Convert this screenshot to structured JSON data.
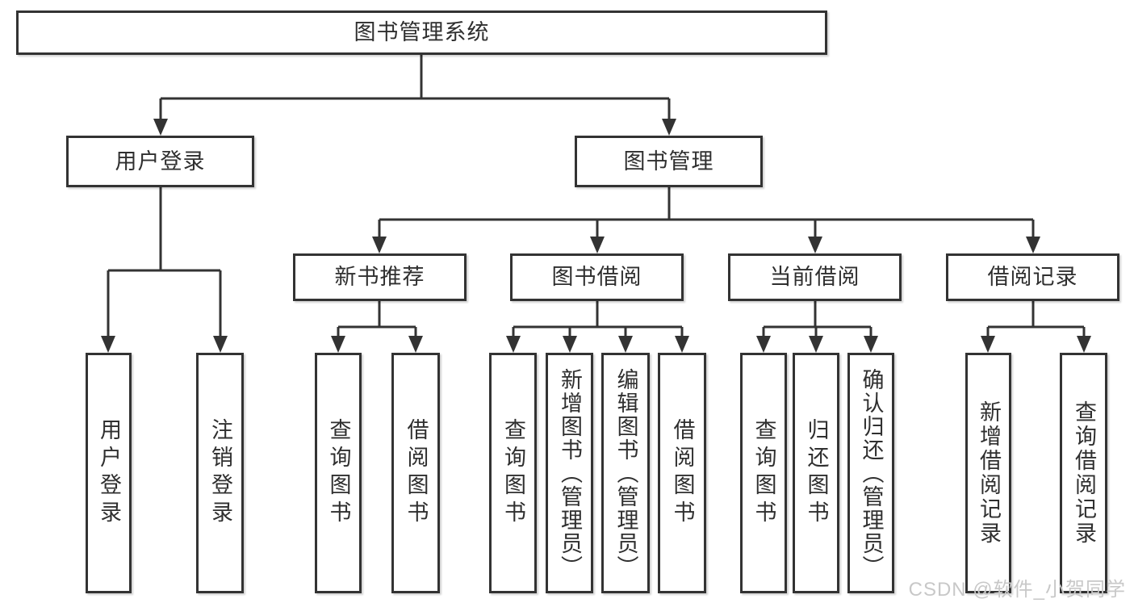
{
  "watermark": "CSDN @软件_小贺同学",
  "colors": {
    "line": "#333333",
    "box_border": "#333333",
    "box_background": "#ffffff",
    "text": "#2f2f2f",
    "watermark_text": "#c8c8c8"
  },
  "tree": {
    "root": "图书管理系统",
    "l2": [
      "用户登录",
      "图书管理"
    ],
    "l3": [
      "新书推荐",
      "图书借阅",
      "当前借阅",
      "借阅记录"
    ],
    "leaves_user_login": [
      "用户登录",
      "注销登录"
    ],
    "leaves_new_book_recommend": [
      "查询图书",
      "借阅图书"
    ],
    "leaves_book_borrow": [
      "查询图书",
      "新增图书（管理员）",
      "编辑图书（管理员）",
      "借阅图书"
    ],
    "leaves_current_borrow": [
      "查询图书",
      "归还图书",
      "确认归还（管理员）"
    ],
    "leaves_borrow_record": [
      "新增借阅记录",
      "查询借阅记录"
    ]
  }
}
